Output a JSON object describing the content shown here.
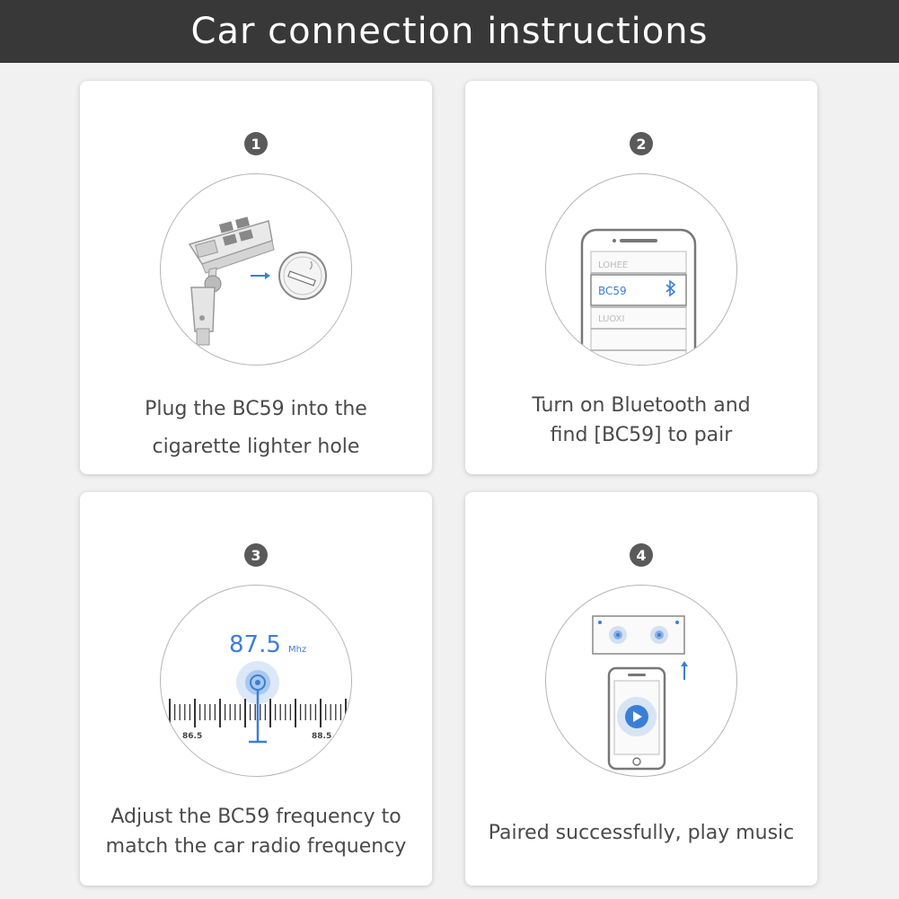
{
  "header": {
    "title": "Car connection instructions"
  },
  "steps": [
    {
      "number": "1",
      "caption_line1": "Plug the BC59 into the",
      "caption_line2": "cigarette lighter hole"
    },
    {
      "number": "2",
      "caption_line1": "Turn on Bluetooth and",
      "caption_line2": "find [BC59] to pair",
      "device_list": [
        "LOHEE",
        "BC59",
        "LUOXI"
      ]
    },
    {
      "number": "3",
      "caption_line1": "Adjust the BC59 frequency to",
      "caption_line2": "match the car radio frequency",
      "frequency": "87.5",
      "frequency_unit": "Mhz",
      "scale_min": "86.5",
      "scale_max": "88.5"
    },
    {
      "number": "4",
      "caption_line1": "Paired successfully, play music"
    }
  ],
  "colors": {
    "header_bg": "#383838",
    "accent_blue": "#3a7fd6",
    "badge": "#5a5a5a"
  }
}
